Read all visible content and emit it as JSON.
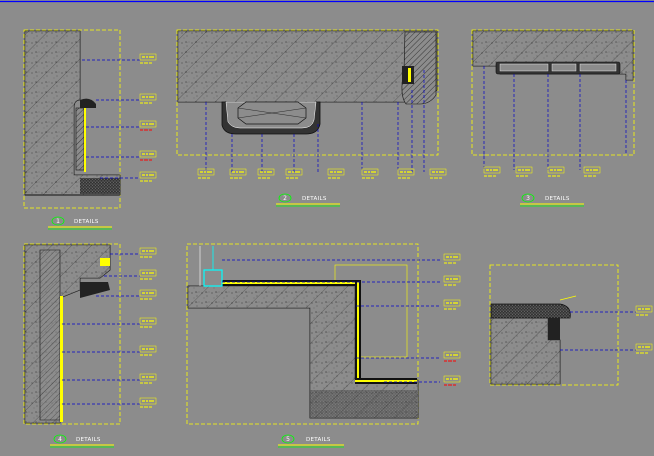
{
  "colors": {
    "background": "#8c8c8c",
    "border": "#ffff00",
    "callout_line": "#0000cc",
    "tag_text": "#ffff00",
    "warn_text": "#ff0000",
    "cyan": "#00ffff",
    "title_line": "#00ff00",
    "top_rule": "#0000ff"
  },
  "details": [
    {
      "number": "1",
      "title": "DETAILS"
    },
    {
      "number": "2",
      "title": "DETAILS"
    },
    {
      "number": "3",
      "title": "DETAILS"
    },
    {
      "number": "4",
      "title": "DETAILS"
    },
    {
      "number": "5",
      "title": "DETAILS"
    }
  ]
}
